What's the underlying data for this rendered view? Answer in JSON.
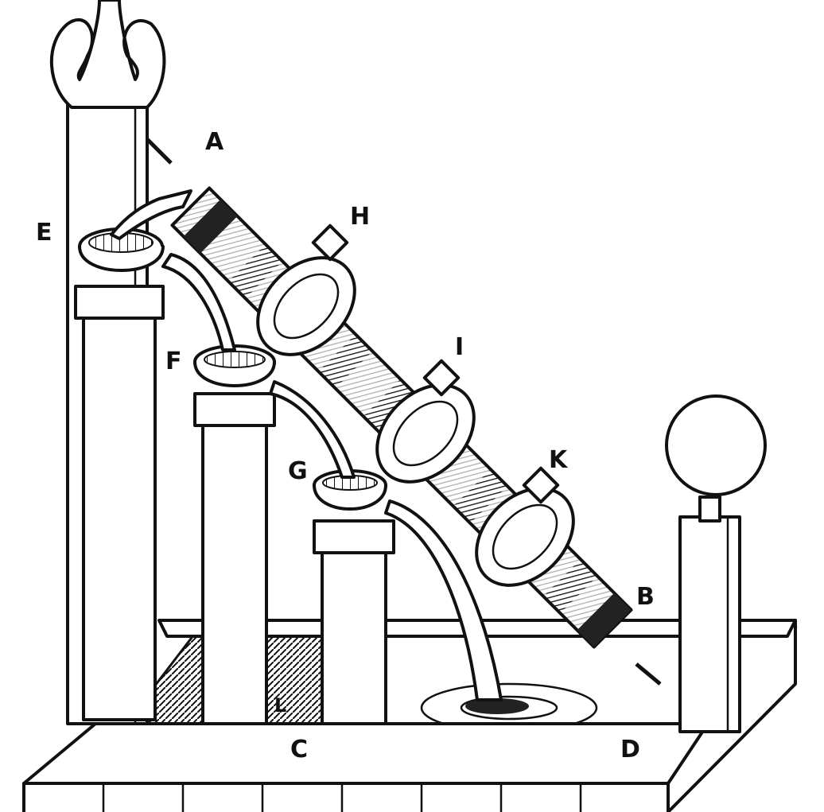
{
  "figure": {
    "labels": {
      "a": "A",
      "b": "B",
      "c": "C",
      "d": "D",
      "e": "E",
      "f": "F",
      "g": "G",
      "h": "H",
      "i": "I",
      "k": "K",
      "l": "L"
    }
  },
  "colors": {
    "ink": "#111111",
    "paper": "#ffffff"
  }
}
